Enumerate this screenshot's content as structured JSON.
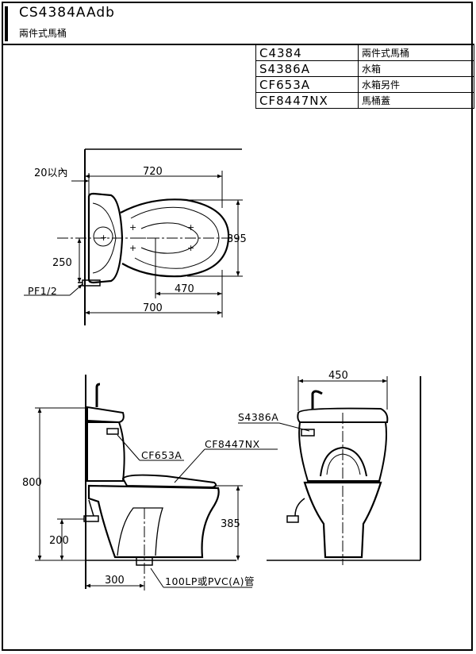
{
  "header": {
    "model_code": "CS4384AAdb",
    "model_name": "兩件式馬桶"
  },
  "parts": [
    {
      "code": "C4384",
      "name": "兩件式馬桶"
    },
    {
      "code": "S4386A",
      "name": "水箱"
    },
    {
      "code": "CF653A",
      "name": "水箱另件"
    },
    {
      "code": "CF8447NX",
      "name": "馬桶蓋"
    }
  ],
  "top_view": {
    "dim_wall_gap": "20以內",
    "dim_length": "720",
    "dim_width": "395",
    "dim_supply_height": "250",
    "dim_outlet": "470",
    "dim_overall": "700",
    "supply_label": "PF1/2"
  },
  "side_view": {
    "dim_height": "800",
    "dim_seat_height": "385",
    "dim_supply": "200",
    "dim_rough_in": "300",
    "label_fittings": "CF653A",
    "label_seat": "CF8447NX",
    "label_pipe": "100LP或PVC(A)管"
  },
  "front_view": {
    "dim_tank_width": "450",
    "label_tank": "S4386A"
  }
}
